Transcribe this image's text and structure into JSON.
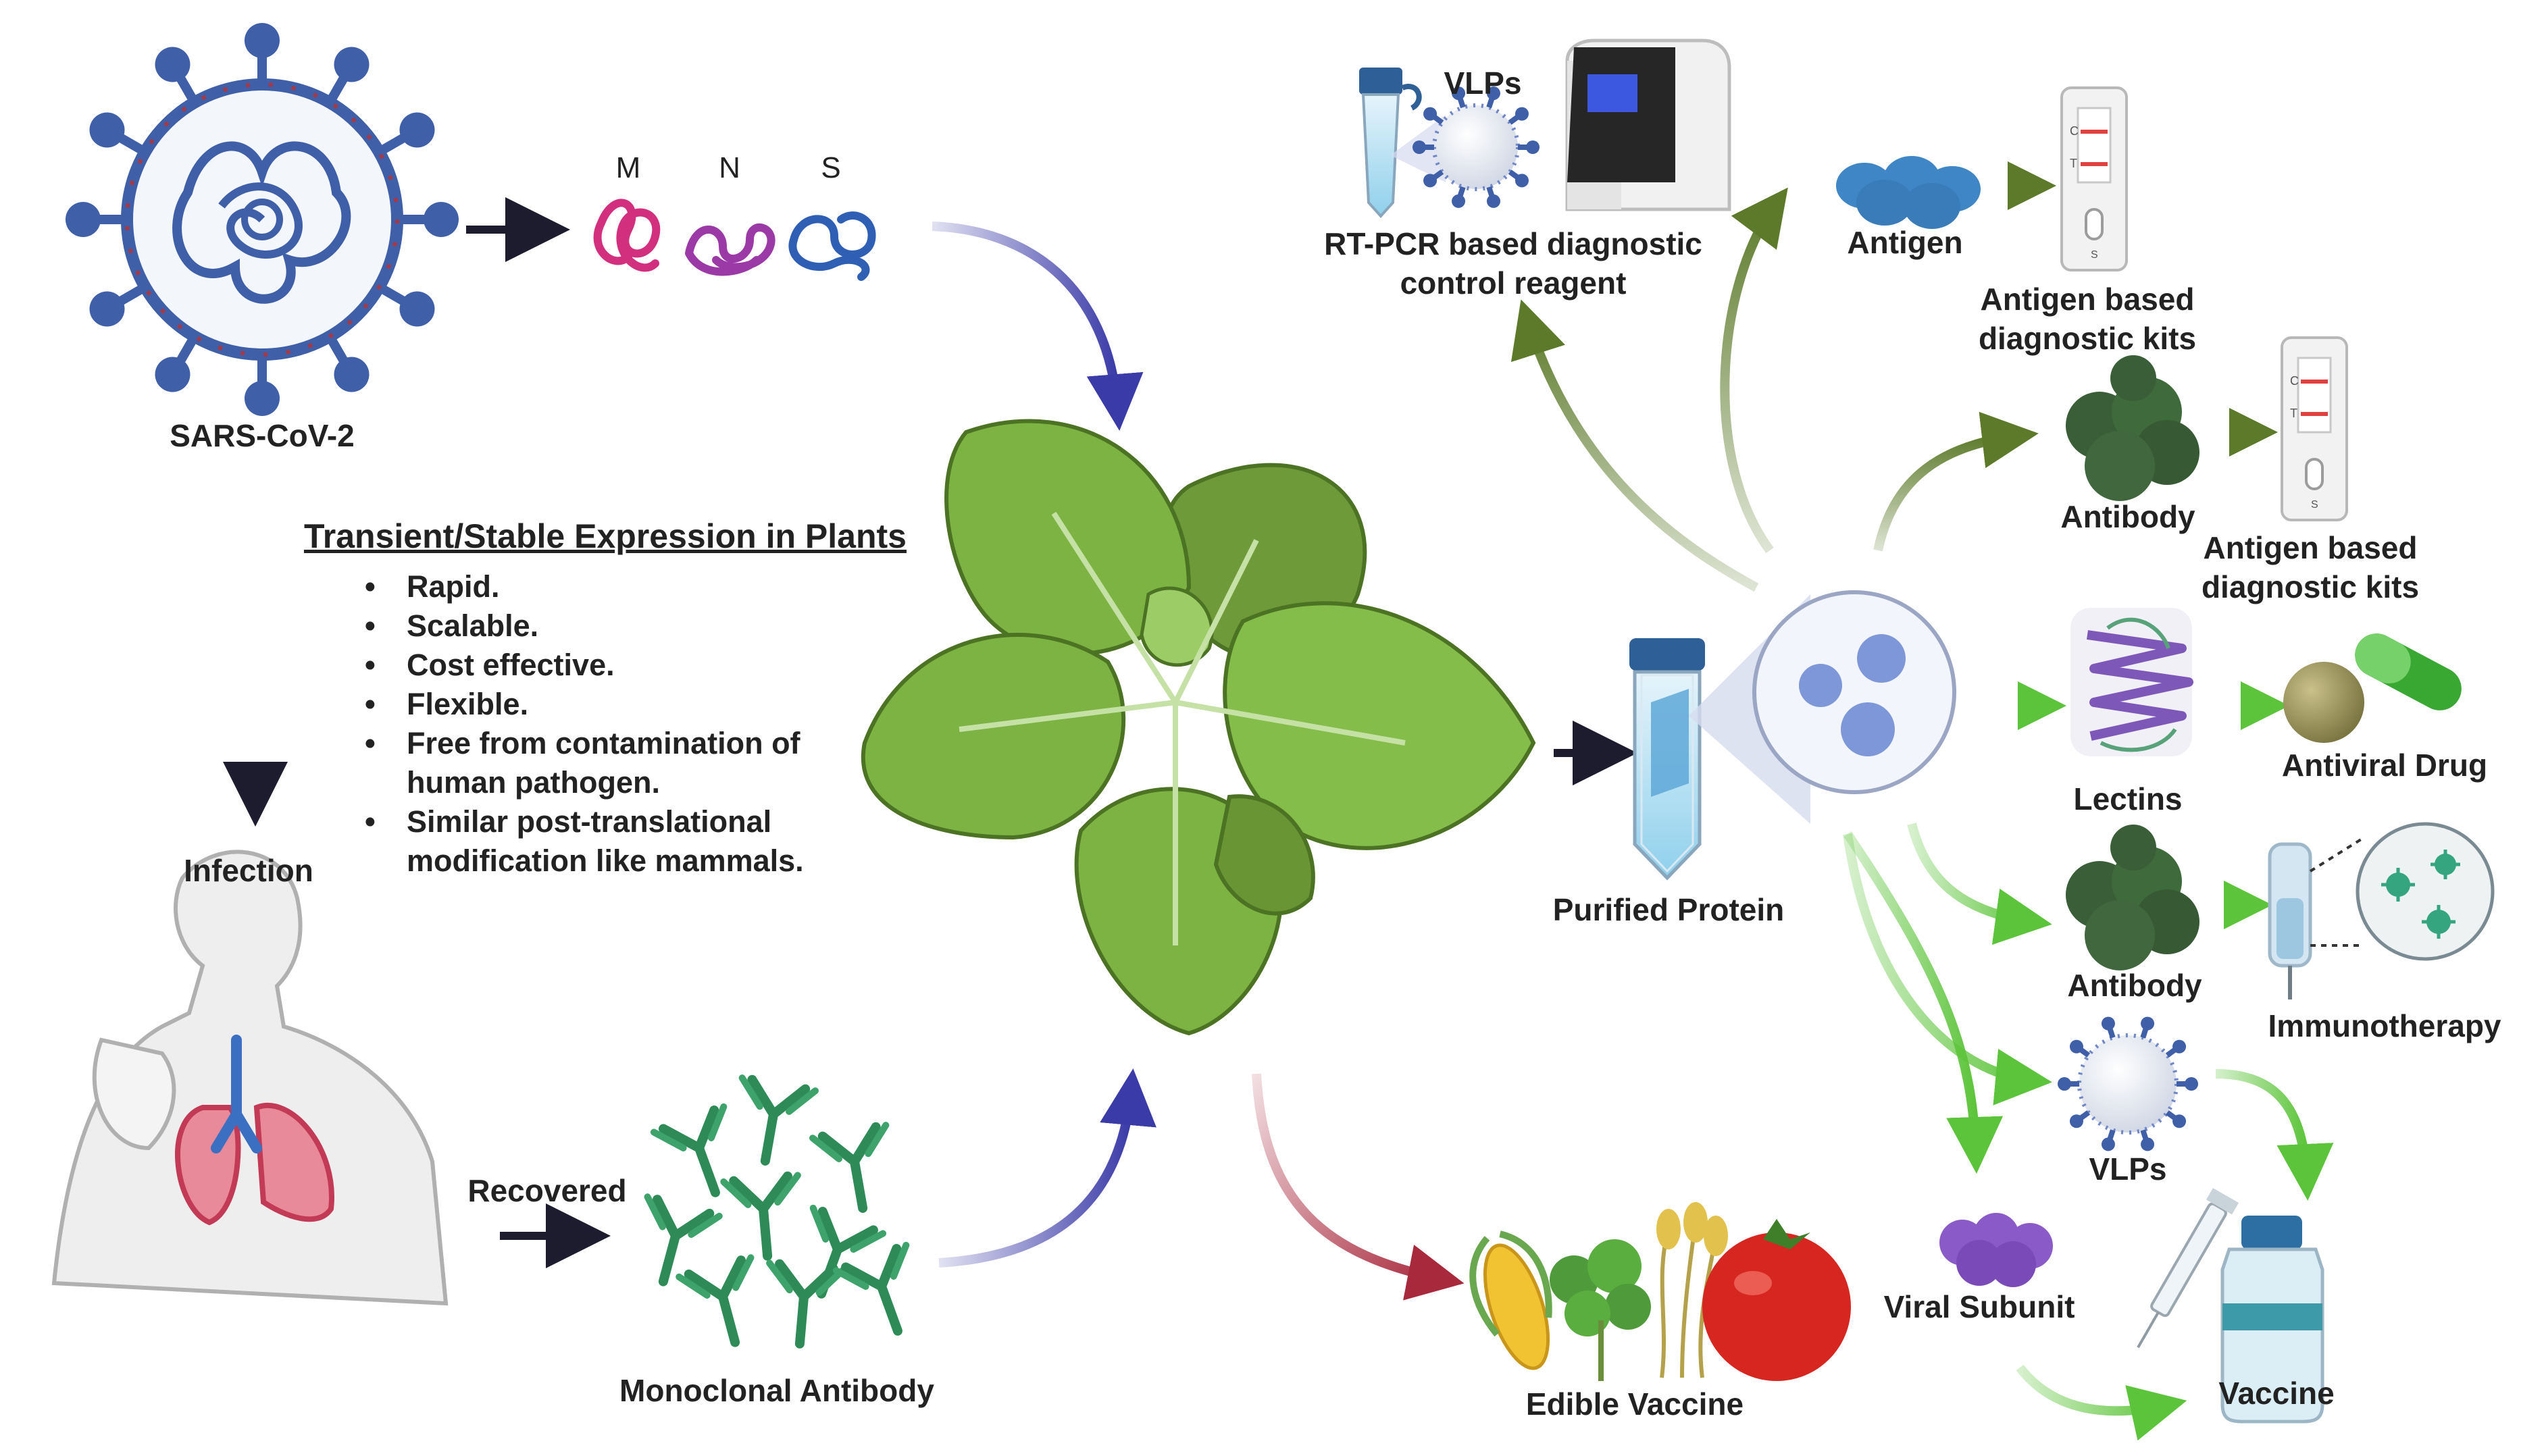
{
  "virus": {
    "label": "SARS-CoV-2"
  },
  "proteins": [
    "M",
    "N",
    "S"
  ],
  "infection": {
    "label": "Infection"
  },
  "recovered": {
    "label": "Recovered"
  },
  "antibody_source": {
    "label": "Monoclonal Antibody"
  },
  "expression": {
    "title": "Transient/Stable Expression in Plants",
    "bullets": [
      "Rapid.",
      "Scalable.",
      "Cost effective.",
      "Flexible.",
      "Free from contamination of human pathogen.",
      "Similar post-translational modification like mammals."
    ]
  },
  "purified_protein": {
    "label": "Purified Protein"
  },
  "edible_vaccine": {
    "label": "Edible Vaccine"
  },
  "rtpcr": {
    "vlps_label": "VLPs",
    "line1": "RT-PCR based diagnostic",
    "line2": "control reagent"
  },
  "antigen": {
    "label": "Antigen"
  },
  "antigen_kit_1": {
    "line1": "Antigen based",
    "line2": "diagnostic kits"
  },
  "antibody_1": {
    "label": "Antibody"
  },
  "antigen_kit_2": {
    "line1": "Antigen based",
    "line2": "diagnostic kits"
  },
  "lectins": {
    "label": "Lectins"
  },
  "antiviral_drug": {
    "label": "Antiviral Drug"
  },
  "antibody_2": {
    "label": "Antibody"
  },
  "immunotherapy": {
    "label": "Immunotherapy"
  },
  "vlps": {
    "label": "VLPs"
  },
  "viral_subunit": {
    "label": "Viral Subunit"
  },
  "vaccine": {
    "label": "Vaccine"
  },
  "test_strip_letters": {
    "control": "C",
    "test": "T",
    "sample": "S"
  },
  "colors": {
    "text": "#222222",
    "virus_blue": "#3f5fa8",
    "arrow_dark": "#1c1c2e",
    "arrow_blue": "#3a3aa8",
    "arrow_olive": "#5c7a2a",
    "arrow_green": "#5cc43a",
    "arrow_red": "#a8283c",
    "leaf_green": "#7cb342",
    "antibody_green": "#2e8b57",
    "lung_pink": "#d9667a"
  }
}
